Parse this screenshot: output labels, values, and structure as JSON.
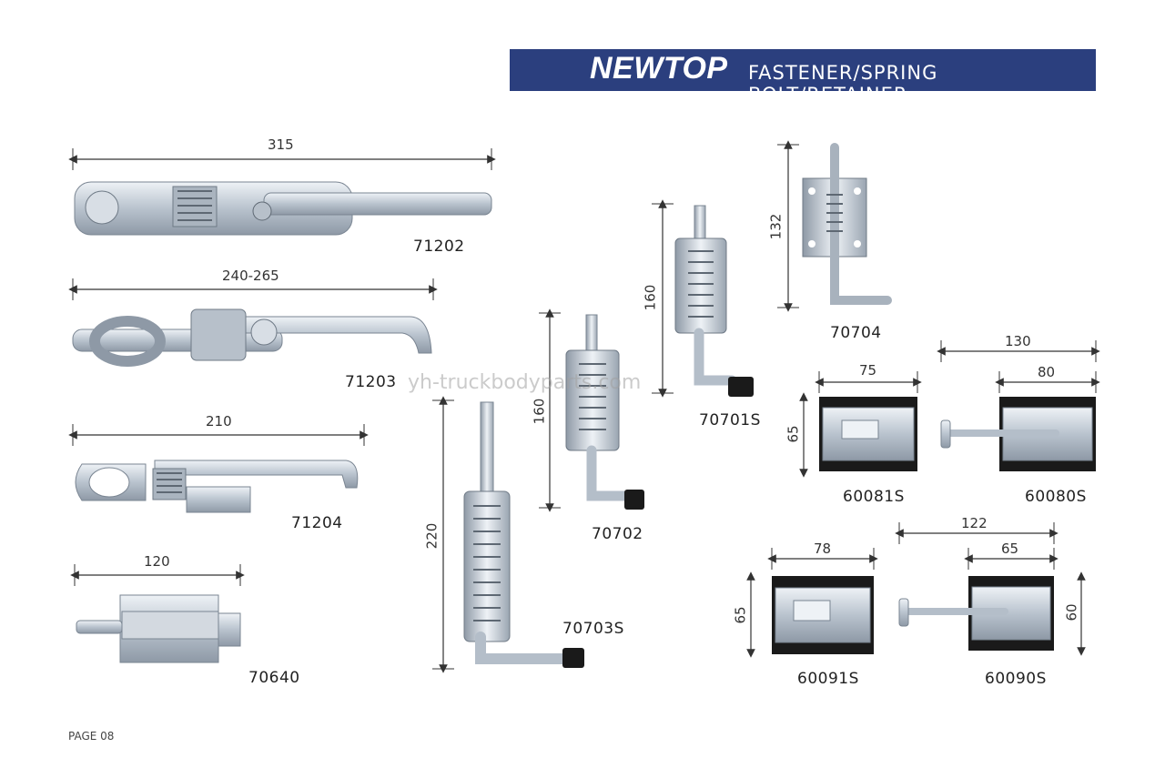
{
  "header": {
    "brand": "NEWTOP",
    "subtitle": "FASTENER/SPRING BOLT/RETAINER"
  },
  "products": [
    {
      "code": "71202",
      "dims": [
        "315"
      ]
    },
    {
      "code": "71203",
      "dims": [
        "240-265"
      ]
    },
    {
      "code": "71204",
      "dims": [
        "210"
      ]
    },
    {
      "code": "70640",
      "dims": [
        "120"
      ]
    },
    {
      "code": "70703S",
      "dims": [
        "220"
      ]
    },
    {
      "code": "70702",
      "dims": [
        "160"
      ]
    },
    {
      "code": "70701S",
      "dims": [
        "160"
      ]
    },
    {
      "code": "70704",
      "dims": [
        "132"
      ]
    },
    {
      "code": "60081S",
      "dims": [
        "75",
        "65"
      ]
    },
    {
      "code": "60080S",
      "dims": [
        "130",
        "80"
      ]
    },
    {
      "code": "60091S",
      "dims": [
        "78",
        "65"
      ]
    },
    {
      "code": "60090S",
      "dims": [
        "122",
        "65",
        "60"
      ]
    }
  ],
  "watermark": "yh-truckbodyparts.com",
  "footer": {
    "page": "PAGE 08"
  },
  "colors": {
    "banner": "#2b3f7e",
    "metal": "#c9d1da",
    "rubber": "#1a1a1a"
  }
}
